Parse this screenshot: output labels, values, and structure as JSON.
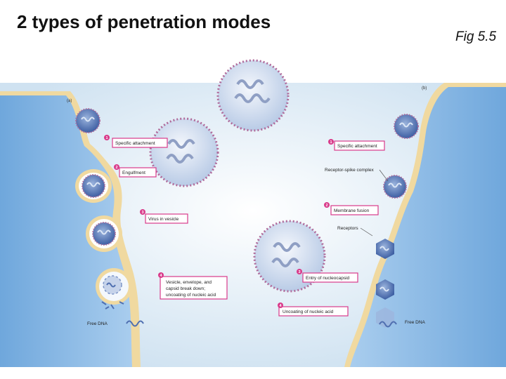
{
  "title": "2 types of penetration modes",
  "figure_label": "Fig 5.5",
  "panel_a": {
    "label": "(a)",
    "steps": [
      {
        "num": "1",
        "text": "Specific attachment"
      },
      {
        "num": "2",
        "text": "Engulfment"
      },
      {
        "num": "3",
        "text": "Virus in vesicle"
      },
      {
        "num": "4",
        "lines": [
          "Vesicle, envelope, and",
          "capsid break down;",
          "uncoating of nucleic acid"
        ]
      }
    ],
    "free_dna": "Free DNA"
  },
  "panel_b": {
    "label": "(b)",
    "steps": [
      {
        "num": "1",
        "text": "Specific attachment"
      },
      {
        "num": "2",
        "text": "Membrane fusion"
      },
      {
        "num": "3",
        "text": "Entry of nucleocapsid"
      },
      {
        "num": "4",
        "text": "Uncoating of nucleic acid"
      }
    ],
    "receptor_spike_label": "Receptor-spike complex",
    "receptors_label": "Receptors",
    "free_dna": "Free DNA"
  },
  "colors": {
    "cell_blue": "#8fbde6",
    "membrane_tan": "#f0d9a0",
    "label_box": "#d93a8a",
    "virus_core": "#4f6fb0",
    "virus_fill": "#dde6f3"
  }
}
